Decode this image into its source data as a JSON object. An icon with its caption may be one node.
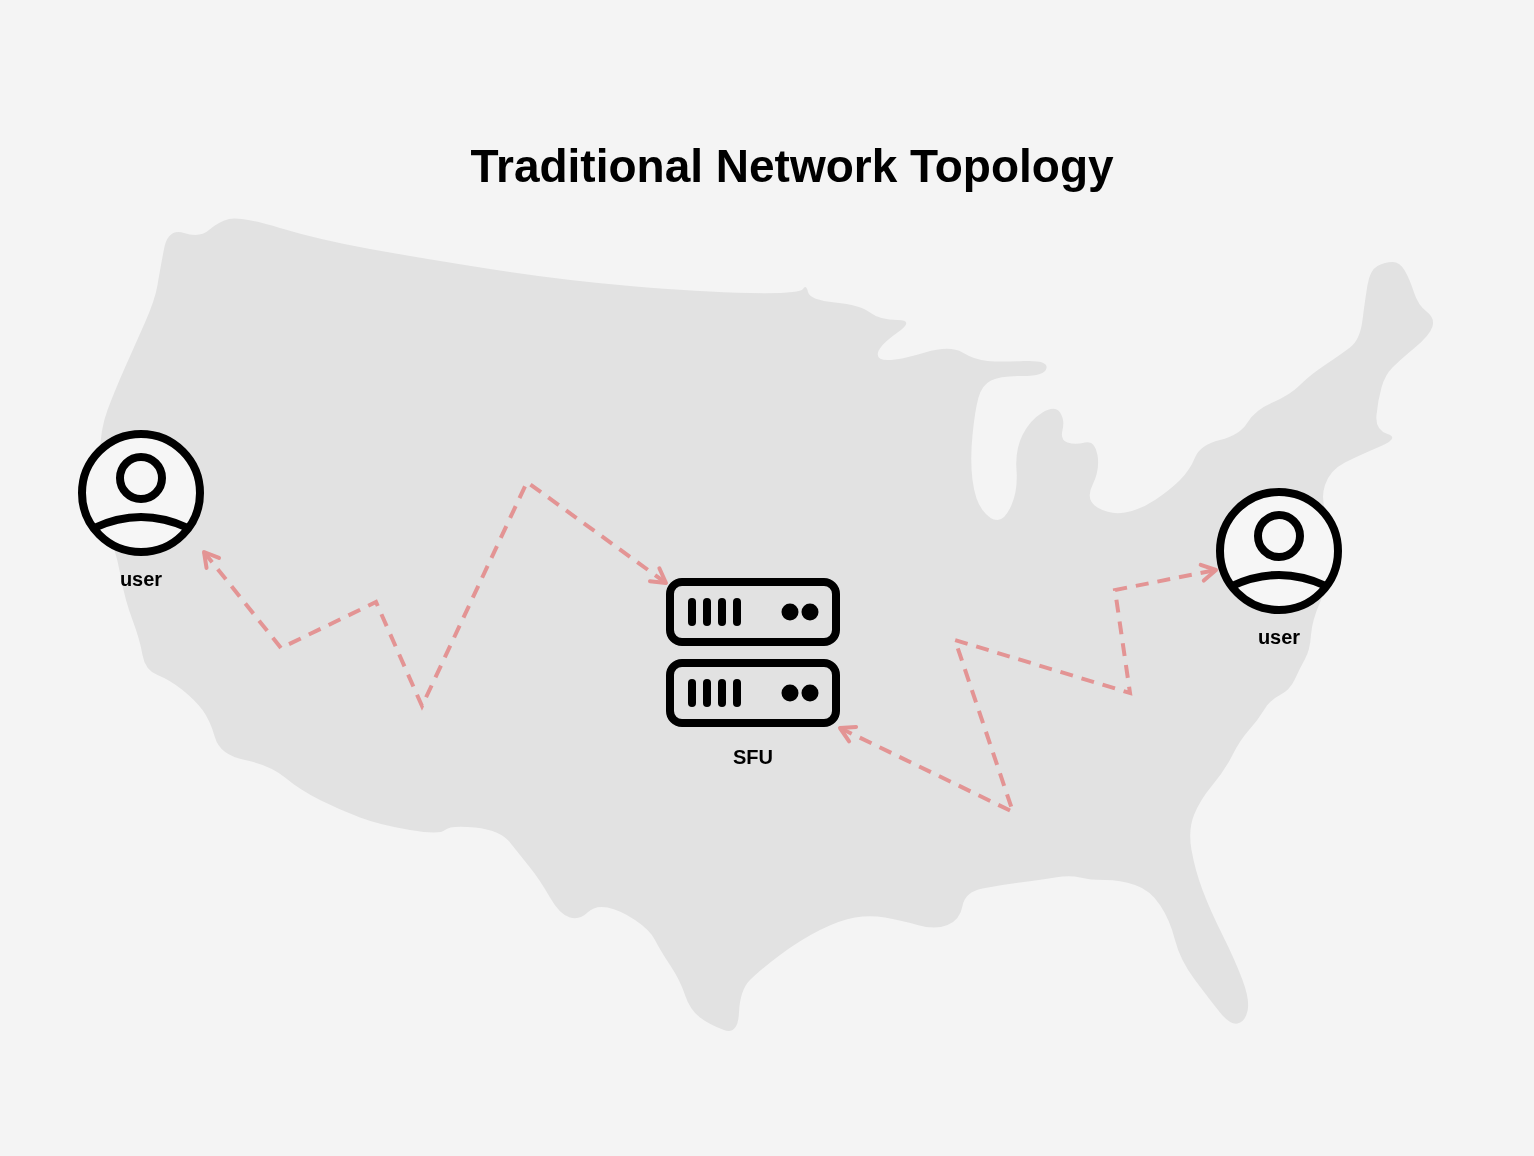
{
  "diagram": {
    "title": "Traditional Network Topology",
    "nodes": [
      {
        "text": [
          "user"
        ]
      },
      {
        "text": [
          "SFU"
        ]
      },
      {
        "text": [
          "user"
        ]
      }
    ],
    "edges": [
      {
        "from": 0,
        "to": 1,
        "arrow": "both",
        "style": "dashed",
        "color": "#e39494"
      },
      {
        "from": 1,
        "to": 2,
        "arrow": "both",
        "style": "dashed",
        "color": "#e39494"
      }
    ]
  }
}
